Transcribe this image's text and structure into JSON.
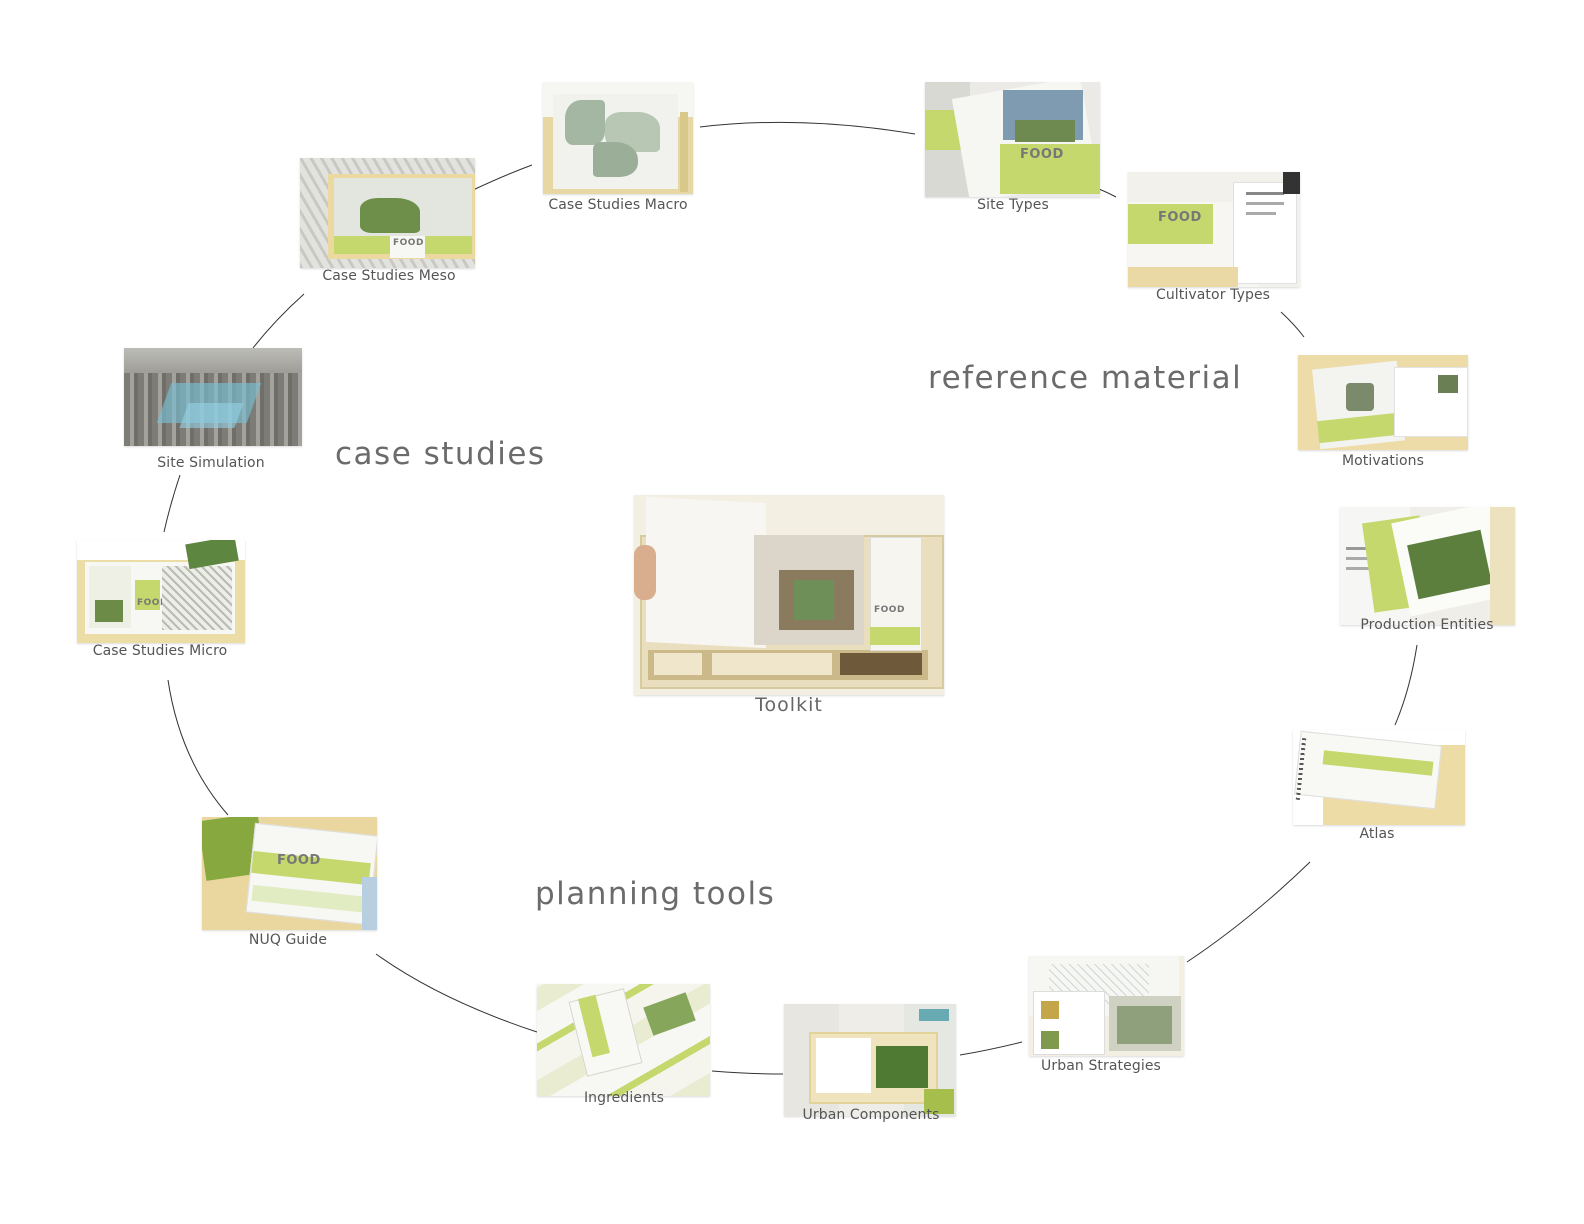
{
  "center": {
    "label": "Toolkit"
  },
  "groups": {
    "case_studies": "case studies",
    "reference_material": "reference material",
    "planning_tools": "planning tools"
  },
  "items": {
    "case_studies_macro": "Case Studies Macro",
    "site_types": "Site Types",
    "cultivator_types": "Cultivator Types",
    "motivations": "Motivations",
    "production_entities": "Production Entities",
    "atlas": "Atlas",
    "urban_strategies": "Urban Strategies",
    "urban_components": "Urban Components",
    "ingredients": "Ingredients",
    "nuq_guide": "NUQ Guide",
    "case_studies_micro": "Case Studies Micro",
    "site_simulation": "Site Simulation",
    "case_studies_meso": "Case Studies Meso"
  },
  "colors": {
    "accent_green": "#c5d86d",
    "paper": "#f4f3ef",
    "wood": "#efe2b8",
    "connector": "#333333"
  }
}
